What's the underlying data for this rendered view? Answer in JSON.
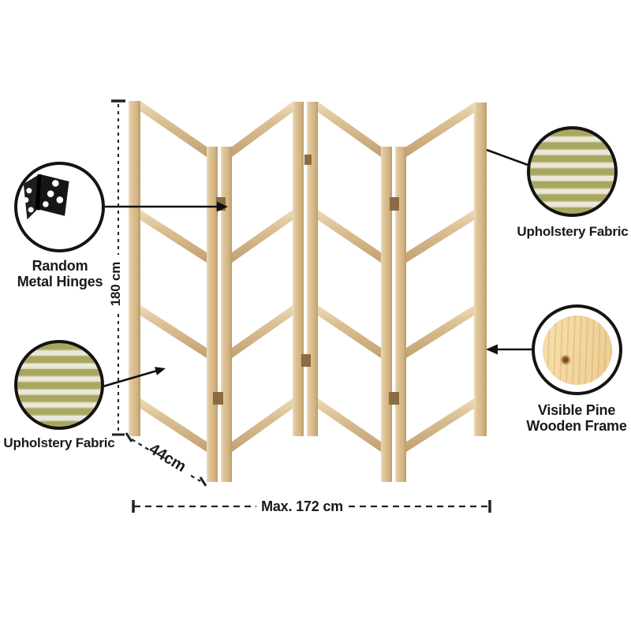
{
  "figure": {
    "type": "product-feature-diagram",
    "subject": "4-panel wooden folding screen room divider",
    "panels": 4,
    "sections_per_panel": 3,
    "background": "#ffffff"
  },
  "callouts": {
    "hinges": {
      "line1": "Random",
      "line2": "Metal Hinges",
      "icon": "hinge-icon"
    },
    "fabric_left": {
      "label": "Upholstery Fabric",
      "icon": "striped-fabric-swatch"
    },
    "fabric_right": {
      "label": "Upholstery Fabric",
      "icon": "striped-fabric-swatch"
    },
    "pine": {
      "line1": "Visible Pine",
      "line2": "Wooden Frame",
      "icon": "pine-wood-swatch"
    }
  },
  "dimensions": {
    "height_label": "180 cm",
    "panel_width_label": "44cm",
    "max_width_label": "Max. 172 cm"
  },
  "colors": {
    "wood_highlight": "#ecdcba",
    "wood_main": "#dcc094",
    "wood_shadow": "#bb9a68",
    "hinge_nub": "#8a6b42",
    "callout_ring": "#131313",
    "text": "#191919",
    "fabric_olive": "#a9a65f",
    "fabric_cream": "#ebe8da",
    "pine_light": "#f7e0ac",
    "pine_mid": "#eccd92",
    "pine_knot": "#7a4e24"
  }
}
